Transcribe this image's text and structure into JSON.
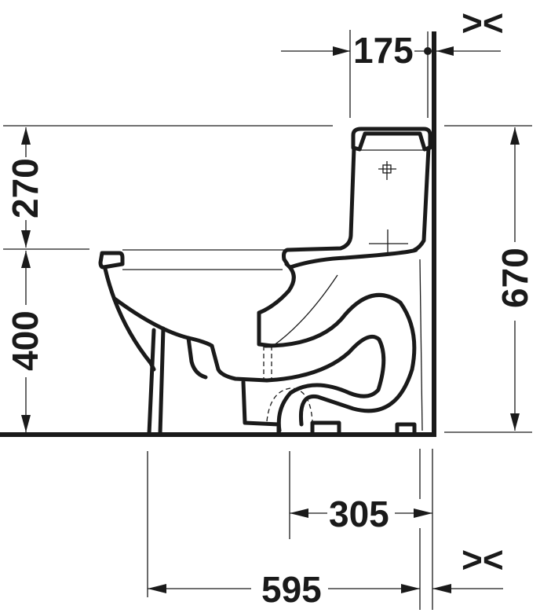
{
  "drawing": {
    "subject": "One-piece toilet side elevation",
    "line_color": "#1a1a1a",
    "background": "#ffffff",
    "dimensions": {
      "tank_to_wall": {
        "value": "175",
        "symbol_min": "><"
      },
      "tank_above_seat": {
        "value": "270"
      },
      "seat_height": {
        "value": "400"
      },
      "overall_height": {
        "value": "670"
      },
      "outlet_to_wall": {
        "value": "305"
      },
      "overall_depth": {
        "value": "595",
        "symbol_min": "><"
      }
    }
  }
}
